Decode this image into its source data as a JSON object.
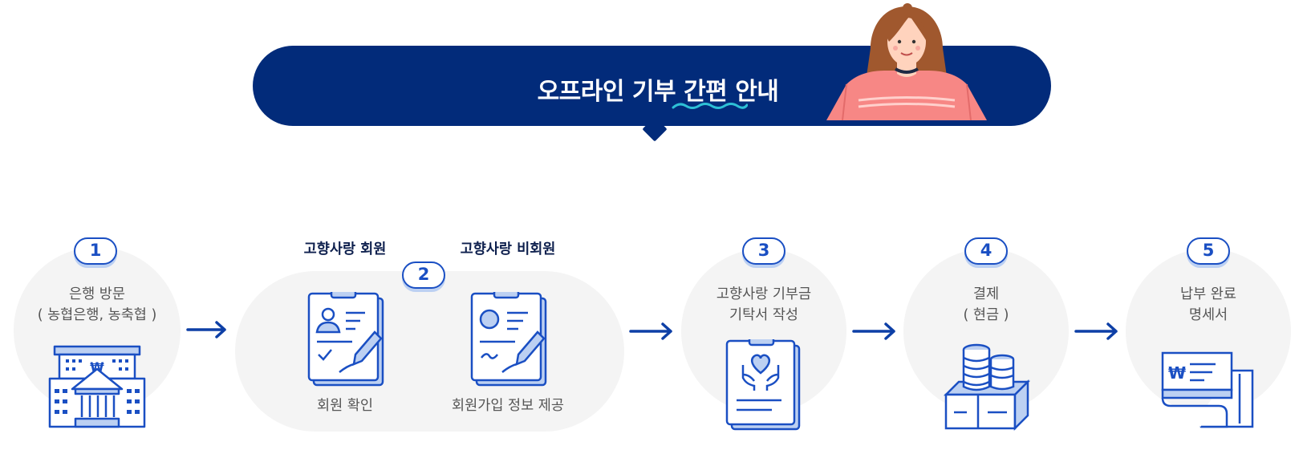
{
  "banner": {
    "title": "오프라인 기부 간편 안내"
  },
  "steps": [
    {
      "number": "1",
      "line1": "은행 방문",
      "line2": "( 농협은행, 농축협 )"
    },
    {
      "number": "2",
      "member": {
        "heading": "고향사랑 회원",
        "caption": "회원 확인"
      },
      "nonmember": {
        "heading": "고향사랑 비회원",
        "caption": "회원가입 정보 제공"
      }
    },
    {
      "number": "3",
      "line1": "고향사랑 기부금",
      "line2": "기탁서 작성"
    },
    {
      "number": "4",
      "line1": "결제",
      "line2": "( 현금 )"
    },
    {
      "number": "5",
      "line1": "납부 완료",
      "line2": "명세서"
    }
  ],
  "icons": {
    "bank": "bank-building-icon",
    "member_form": "member-form-clipboard-icon",
    "nonmember_form": "nonmember-form-clipboard-icon",
    "donation_form": "donation-form-heart-hands-icon",
    "cash": "cash-coins-icon",
    "receipt": "receipt-icon",
    "arrow": "arrow-right-icon"
  },
  "colors": {
    "navy": "#022b7a",
    "blue": "#1a4fc3",
    "light_blue": "#bcd0f2",
    "bg_circle": "#f4f4f4"
  }
}
